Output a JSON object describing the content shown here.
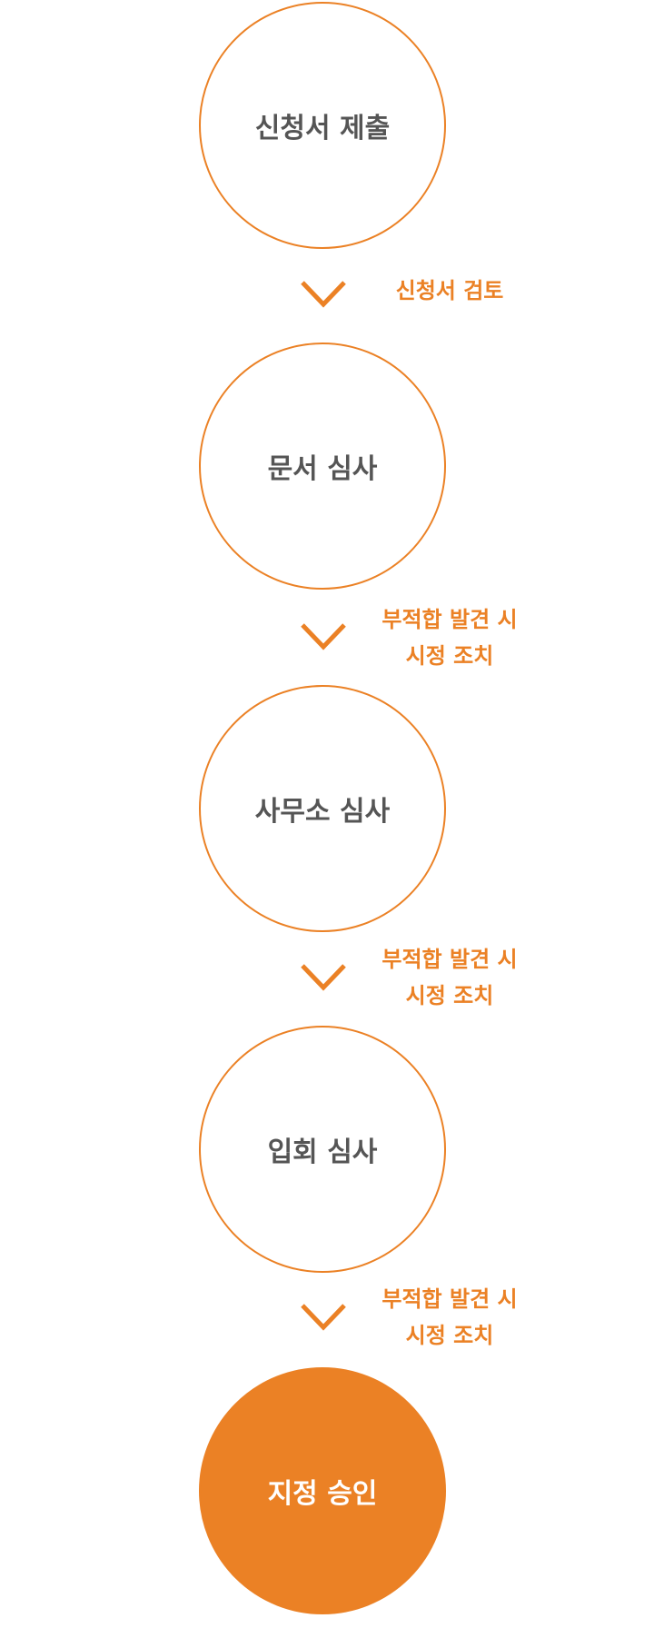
{
  "steps": [
    {
      "label": "신청서 제출"
    },
    {
      "label": "문서 심사"
    },
    {
      "label": "사무소 심사"
    },
    {
      "label": "입회 심사"
    },
    {
      "label": "지정 승인"
    }
  ],
  "transitions": [
    {
      "line1": "신청서 검토",
      "line2": ""
    },
    {
      "line1": "부적합 발견 시",
      "line2": "시정 조치"
    },
    {
      "line1": "부적합 발견 시",
      "line2": "시정 조치"
    },
    {
      "line1": "부적합 발견 시",
      "line2": "시정 조치"
    }
  ],
  "colors": {
    "accent": "#eb8125",
    "text": "#555555"
  }
}
